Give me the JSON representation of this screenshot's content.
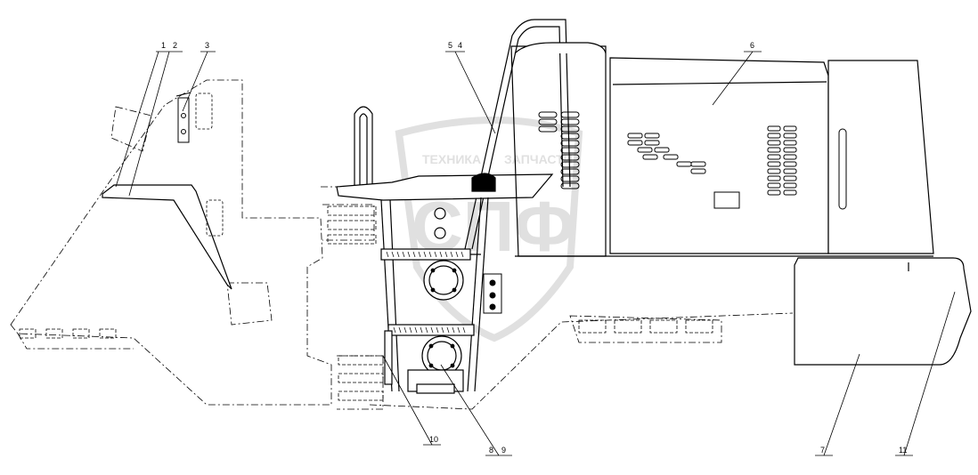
{
  "callouts": {
    "c1": "1",
    "c2": "2",
    "c3": "3",
    "c4": "4",
    "c5": "5",
    "c6": "6",
    "c7": "7",
    "c8": "8",
    "c9": "9",
    "c10": "10",
    "c11": "11"
  },
  "watermark": {
    "line1": "ТЕХНИКА",
    "line2": "ЗАПЧАСТИ",
    "logo": "СПФ"
  },
  "colors": {
    "line": "#000000",
    "watermark": "#c8c8c8"
  }
}
